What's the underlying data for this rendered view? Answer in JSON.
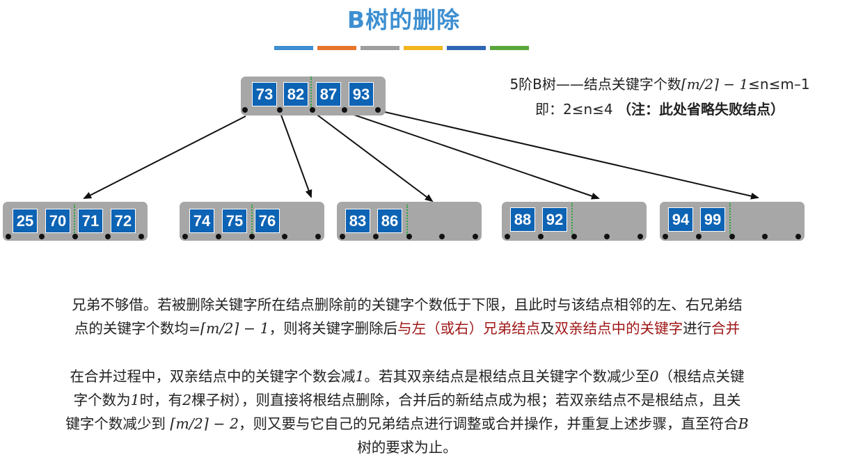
{
  "title": "B树的删除",
  "color_bars": [
    "#3d8fd1",
    "#e8742a",
    "#9e9e9e",
    "#f2b71e",
    "#2f65b5",
    "#5aa63b"
  ],
  "info": {
    "line1_prefix": "5阶B树——结点关键字个数",
    "line1_math": "⌈m/2⌉ − 1",
    "line1_suffix": "≤n≤m–1",
    "line2_prefix": "即：2≤n≤4",
    "line2_note": "（注：此处省略失败结点）"
  },
  "tree": {
    "root": {
      "keys": [
        "73",
        "82",
        "87",
        "93"
      ]
    },
    "children": [
      {
        "keys": [
          "25",
          "70",
          "71",
          "72"
        ]
      },
      {
        "keys": [
          "74",
          "75",
          "76"
        ]
      },
      {
        "keys": [
          "83",
          "86"
        ]
      },
      {
        "keys": [
          "88",
          "92"
        ]
      },
      {
        "keys": [
          "94",
          "99"
        ]
      }
    ]
  },
  "para1": {
    "line1": "兄弟不够借。若被删除关键字所在结点删除前的关键字个数低于下限，且此时与该结点相邻的左、右兄弟结",
    "line2_a": "点的关键字个数均=",
    "line2_math": "⌈m/2⌉ − 1",
    "line2_b": "，则将关键字删除后",
    "line2_red1": "与左（或右）兄弟结点",
    "line2_c": "及",
    "line2_red2": "双亲结点中的关键字",
    "line2_d": "进行",
    "line2_red3": "合并"
  },
  "para2": {
    "line1_a": "在合并过程中，双亲结点中的关键字个数会减",
    "line1_m1": "1",
    "line1_b": "。若其双亲结点是根结点且关键字个数减少至",
    "line1_m2": "0",
    "line1_c": "（根结点关键",
    "line2_a": "字个数为",
    "line2_m1": "1",
    "line2_b": "时，有",
    "line2_m2": "2",
    "line2_c": "棵子树），则直接将根结点删除，合并后的新结点成为根；若双亲结点不是根结点，且关",
    "line3_a": "键字个数减少到 ",
    "line3_math": "⌈m/2⌉ − 2",
    "line3_b": "，则又要与它自己的兄弟结点进行调整或合并操作，并重复上述步骤，直至符合",
    "line3_m": "B",
    "line4": "树的要求为止。"
  }
}
